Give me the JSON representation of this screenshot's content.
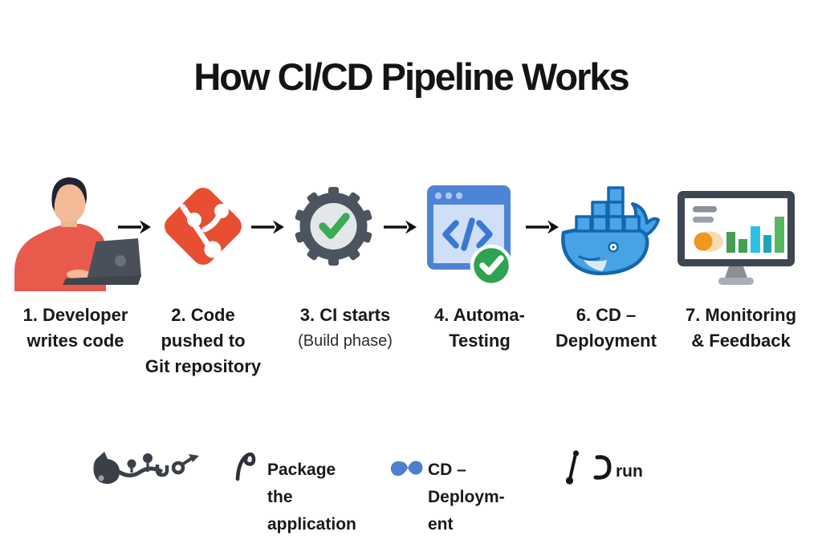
{
  "title": "How CI/CD Pipeline Works",
  "steps": [
    {
      "icon": "developer-laptop-icon",
      "lines": [
        "1. Developer",
        "writes code"
      ]
    },
    {
      "icon": "git-icon",
      "lines": [
        "2. Code",
        "pushed to",
        "Git repository"
      ]
    },
    {
      "icon": "gear-check-icon",
      "lines": [
        "3. CI starts"
      ],
      "note": "(Build phase)"
    },
    {
      "icon": "code-window-check-icon",
      "lines": [
        "4. Automa-",
        "Testing"
      ]
    },
    {
      "icon": "docker-whale-icon",
      "lines": [
        "6. CD –",
        "Deployment"
      ]
    },
    {
      "icon": "monitor-analytics-icon",
      "lines": [
        "7. Monitoring",
        "& Feedback"
      ]
    }
  ],
  "legend": [
    {
      "icon": "scribble-glyphs-icon",
      "lines": []
    },
    {
      "icon": "hook-glyph-icon",
      "lines": [
        "Package",
        "the",
        "application"
      ]
    },
    {
      "icon": "blue-bone-glyph-icon",
      "lines": [
        "CD –",
        "Deploym-",
        "ent"
      ]
    },
    {
      "icon": "pin-and-arc-glyph-icon",
      "lines": [
        "run"
      ]
    }
  ],
  "colors": {
    "git_red": "#E84E31",
    "shirt_red": "#E85A4C",
    "gear_slate": "#4B545F",
    "check_green": "#3BAB55",
    "browser_blue": "#4D83D4",
    "badge_green": "#2FA352",
    "docker_blue": "#47A3E3",
    "docker_outline": "#1566B0",
    "monitor_slate": "#3E4651",
    "orange_dot": "#F2971D",
    "legend_blue": "#4D7FCA",
    "text_dark": "#17191D"
  }
}
